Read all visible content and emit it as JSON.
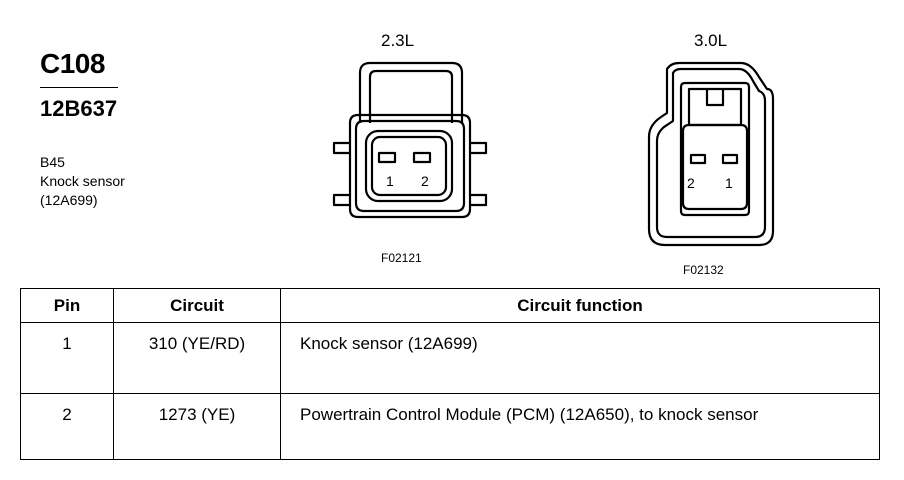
{
  "connector": {
    "code": "C108",
    "part_number": "12B637",
    "desc_lines": [
      "B45",
      "Knock sensor",
      "(12A699)"
    ]
  },
  "views": [
    {
      "caption": "2.3L",
      "figure_id": "F02121",
      "pin_labels": [
        "1",
        "2"
      ]
    },
    {
      "caption": "3.0L",
      "figure_id": "F02132",
      "pin_labels": [
        "2",
        "1"
      ]
    }
  ],
  "table": {
    "headers": [
      "Pin",
      "Circuit",
      "Circuit function"
    ],
    "rows": [
      {
        "pin": "1",
        "circuit": "310 (YE/RD)",
        "function": "Knock sensor (12A699)"
      },
      {
        "pin": "2",
        "circuit": "1273 (YE)",
        "function": "Powertrain Control Module (PCM) (12A650), to knock sensor"
      }
    ]
  }
}
